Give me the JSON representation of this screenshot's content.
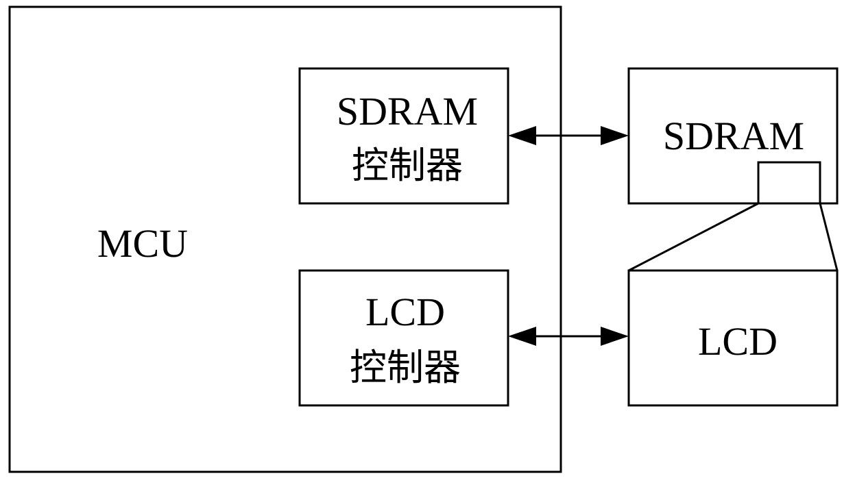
{
  "mcu": {
    "label": "MCU"
  },
  "sdram_controller": {
    "line1": "SDRAM",
    "line2": "控制器"
  },
  "lcd_controller": {
    "line1": "LCD",
    "line2": "控制器"
  },
  "sdram": {
    "label": "SDRAM"
  },
  "lcd": {
    "label": "LCD"
  }
}
